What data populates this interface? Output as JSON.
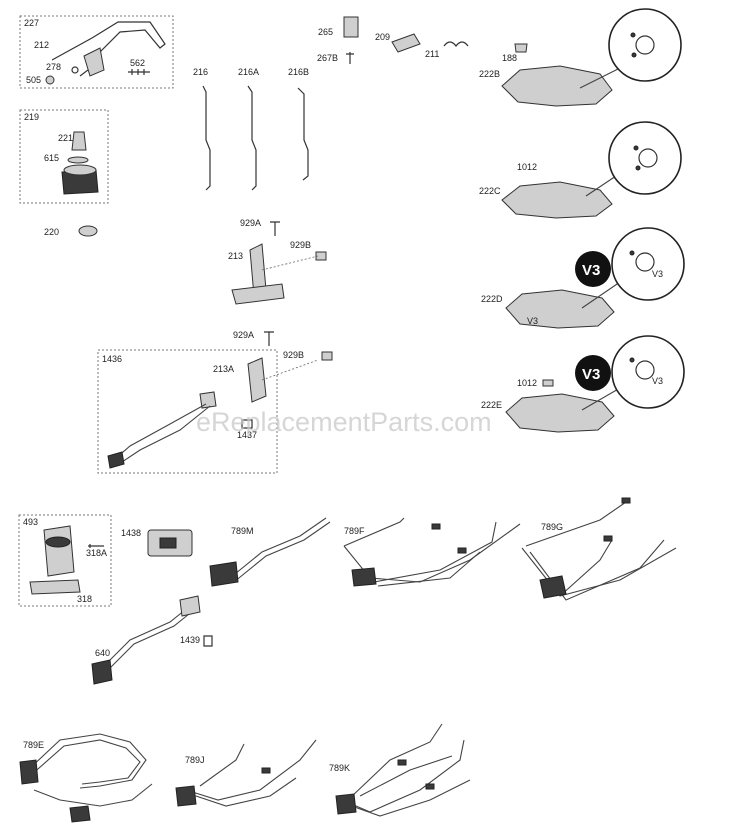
{
  "watermark": "eReplacementParts.com",
  "labels": {
    "p227": "227",
    "p212": "212",
    "p278": "278",
    "p505": "505",
    "p562": "562",
    "p219": "219",
    "p221": "221",
    "p615": "615",
    "p220": "220",
    "p216": "216",
    "p216a": "216A",
    "p216b": "216B",
    "p265": "265",
    "p267b": "267B",
    "p209": "209",
    "p211": "211",
    "p188": "188",
    "p222b": "222B",
    "p222c": "222C",
    "p222d": "222D",
    "p222e": "222E",
    "p1012a": "1012",
    "p1012b": "1012",
    "p929a1": "929A",
    "p929b1": "929B",
    "p213": "213",
    "p929a2": "929A",
    "p929b2": "929B",
    "p213a": "213A",
    "p1436": "1436",
    "p1437": "1437",
    "p493": "493",
    "p318a": "318A",
    "p318": "318",
    "p1438": "1438",
    "p789m": "789M",
    "p789f": "789F",
    "p789g": "789G",
    "p640": "640",
    "p1439": "1439",
    "p789e": "789E",
    "p789j": "789J",
    "p789k": "789K"
  },
  "badges": {
    "v3_d": "V3",
    "v3_e": "V3",
    "v3_small_d1": "V3",
    "v3_small_d2": "V3",
    "v3_small_e": "V3"
  }
}
